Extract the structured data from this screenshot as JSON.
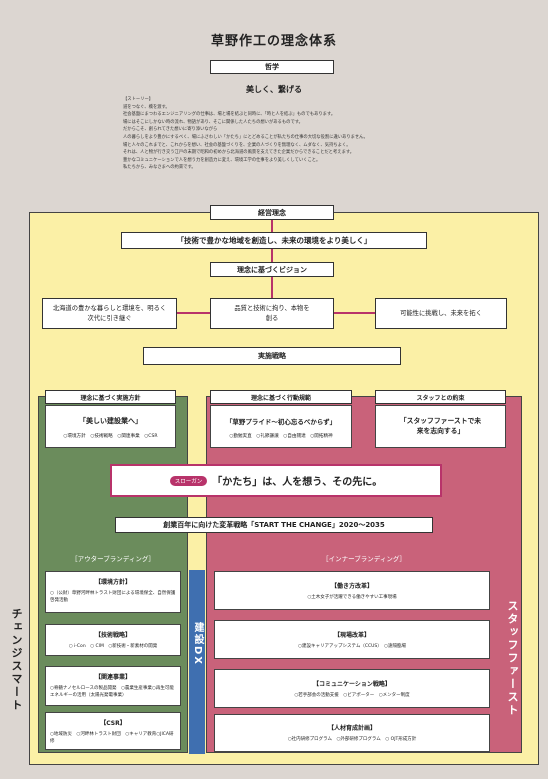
{
  "title": "草野作工の理念体系",
  "philosophy": {
    "label": "哲学",
    "phrase": "美しく、繋げる"
  },
  "story": {
    "heading": "【ストーリー】",
    "lines": [
      "道をつなぐ、橋を渡す。",
      "社会基盤にまつわるエンジニアリングの仕事は、場と場を結ぶと同時に、「時と人を結ぶ」ものでもあります。",
      "場にはそこにしかない時の流れ、物語があり、そこに関係した人たちの想いがあるものです。",
      "だからこそ、創られてきた想いに寄り添いながら",
      "人の暮らしをより豊かにするべく、場にふさわしい「かたち」にとどめることが私たちの仕事の大切な役割に違いありません。",
      "場と人々のこれまでと、これからを想い、社会の基盤づくりを、企業の人づくりを無理なく、ムダなく、気持ちよく。",
      "それは、人と物が行き交う江戸の末期で昭和の初めから北海道の風景を支えてきた企業だからできることだと考えます。",
      "豊かなコミュニケーションで人を想う力を創造力に変え、環境工学の仕事をより美しくしていくこと。",
      "私たちから、みなさまへの約束です。"
    ]
  },
  "management": {
    "label": "経営理念",
    "statement": "「技術で豊かな地域を創造し、未来の環境をより美しく」",
    "vision_label": "理念に基づくビジョン",
    "visions": [
      "北海道の豊かな暮らしと環境を、明るく次代に引き継ぐ",
      "品質と技術に拘り、本物を創る",
      "可能性に挑戦し、未来を拓く"
    ],
    "strategy_label": "実施戦略"
  },
  "policy": {
    "label": "理念に基づく実施方針",
    "quote": "「美しい建設業へ」",
    "items": "○環境方針　○技術戦略　○関連事業　○CSR"
  },
  "action": {
    "label": "理念に基づく行動規範",
    "quote": "「草野プライド～初心忘るべからず」",
    "items": "○勤勉実直　○礼節謙譲　○自由闊達　○開拓精神"
  },
  "promise": {
    "label": "スタッフとの約束",
    "quote": "「スタッフファーストで未来を志向する」"
  },
  "slogan": {
    "tag": "スローガン",
    "text": "「かたち」は、人を想う、その先に。"
  },
  "change_strategy": "創業百年に向けた変革戦略「START THE CHANGE」2020～2035",
  "outer": {
    "heading": "［アウターブランディング］",
    "cards": [
      {
        "title": "【環境方針】",
        "body": "○（公財）草野河畔林トラスト財団による環境保全、自然保護啓発活動"
      },
      {
        "title": "【技術戦略】",
        "body": "○ i-Con　○ CIM　○新技術・新素材の開発"
      },
      {
        "title": "【関連事業】",
        "body": "○脊髄ナノセルロースの製品開発　○農業生産事業○再生可能エネルギーの活用（太陽光発電事業）"
      },
      {
        "title": "【CSR】",
        "body": "○地域防災　○河畔林トラスト財団　○キャリア教育○JICA研修"
      }
    ]
  },
  "inner": {
    "heading": "［インナーブランディング］",
    "cards": [
      {
        "title": "【働き方改革】",
        "body": "○土木女子が活躍できる働きやすい工事現場"
      },
      {
        "title": "【現場改革】",
        "body": "○建設キャリアアップシステム（CCUS）　○遠隔臨場"
      },
      {
        "title": "【コミュニケーション戦略】",
        "body": "○若手部会の活動支援　○ビアポーター　○メンター制度"
      },
      {
        "title": "【人材育成計画】",
        "body": "○社内研修プログラム　○外部研修プログラム　○ OJT形成方針"
      }
    ]
  },
  "dx_label": "建設DX",
  "left_side_label": "チェンジスマート",
  "right_side_label": "スタッフファースト",
  "colors": {
    "cream": "#fbf0a6",
    "green": "#6b8c5c",
    "pink": "#c9627a",
    "blue": "#3f6fb0",
    "crimson": "#b8336a",
    "bg": "#dcd6d1"
  }
}
